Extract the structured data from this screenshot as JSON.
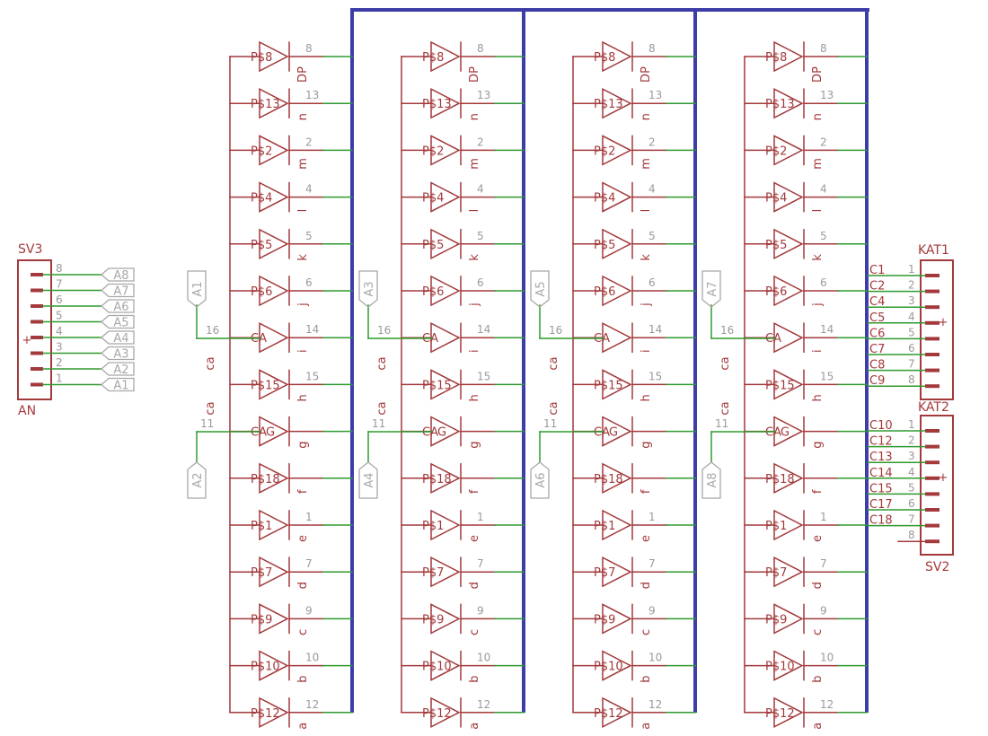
{
  "colors": {
    "symbol": "#a3393b",
    "wire": "#2f9a2f",
    "bus": "#3d3da8",
    "label": "#a8a8a8",
    "text": "#a3393b",
    "pin_text": "#9a9a9a"
  },
  "column_labels": {
    "ca_upper": "ca",
    "ca_lower": "ca",
    "pin_upper": "16",
    "pin_lower": "11"
  },
  "column_anode_labels": [
    {
      "top": "A1",
      "bottom": "A2"
    },
    {
      "top": "A3",
      "bottom": "A4"
    },
    {
      "top": "A5",
      "bottom": "A6"
    },
    {
      "top": "A7",
      "bottom": "A8"
    }
  ],
  "segments": [
    {
      "pad": "P$8",
      "pin": "8",
      "seg": "DP"
    },
    {
      "pad": "P$13",
      "pin": "13",
      "seg": "n"
    },
    {
      "pad": "P$2",
      "pin": "2",
      "seg": "m"
    },
    {
      "pad": "P$4",
      "pin": "4",
      "seg": "l"
    },
    {
      "pad": "P$5",
      "pin": "5",
      "seg": "k"
    },
    {
      "pad": "P$6",
      "pin": "6",
      "seg": "j"
    },
    {
      "pad": "CA",
      "pin": "14",
      "seg": "i"
    },
    {
      "pad": "P$15",
      "pin": "15",
      "seg": "h"
    },
    {
      "pad": "CA",
      "pin": "",
      "seg": "g",
      "extra": "G"
    },
    {
      "pad": "P$18",
      "pin": "",
      "seg": "f"
    },
    {
      "pad": "P$1",
      "pin": "1",
      "seg": "e"
    },
    {
      "pad": "P$7",
      "pin": "7",
      "seg": "d"
    },
    {
      "pad": "P$9",
      "pin": "9",
      "seg": "c"
    },
    {
      "pad": "P$10",
      "pin": "10",
      "seg": "b"
    },
    {
      "pad": "P$12",
      "pin": "12",
      "seg": "a"
    }
  ],
  "sv3": {
    "name": "SV3",
    "sub": "AN",
    "plus": "+",
    "pins": [
      "8",
      "7",
      "6",
      "5",
      "4",
      "3",
      "2",
      "1"
    ],
    "labels": [
      "A8",
      "A7",
      "A6",
      "A5",
      "A4",
      "A3",
      "A2",
      "A1"
    ]
  },
  "kat1": {
    "name": "KAT1",
    "plus": "+",
    "pins": [
      "1",
      "2",
      "3",
      "4",
      "5",
      "6",
      "7",
      "8"
    ],
    "labels": [
      "C1",
      "C2",
      "C4",
      "C5",
      "C6",
      "C7",
      "C8",
      "C9"
    ]
  },
  "sv2": {
    "name": "SV2",
    "top_name": "KAT2",
    "plus": "+",
    "pins": [
      "1",
      "2",
      "3",
      "4",
      "5",
      "6",
      "7",
      "8"
    ],
    "labels": [
      "C10",
      "C12",
      "C13",
      "C14",
      "C15",
      "C17",
      "C18",
      ""
    ]
  }
}
